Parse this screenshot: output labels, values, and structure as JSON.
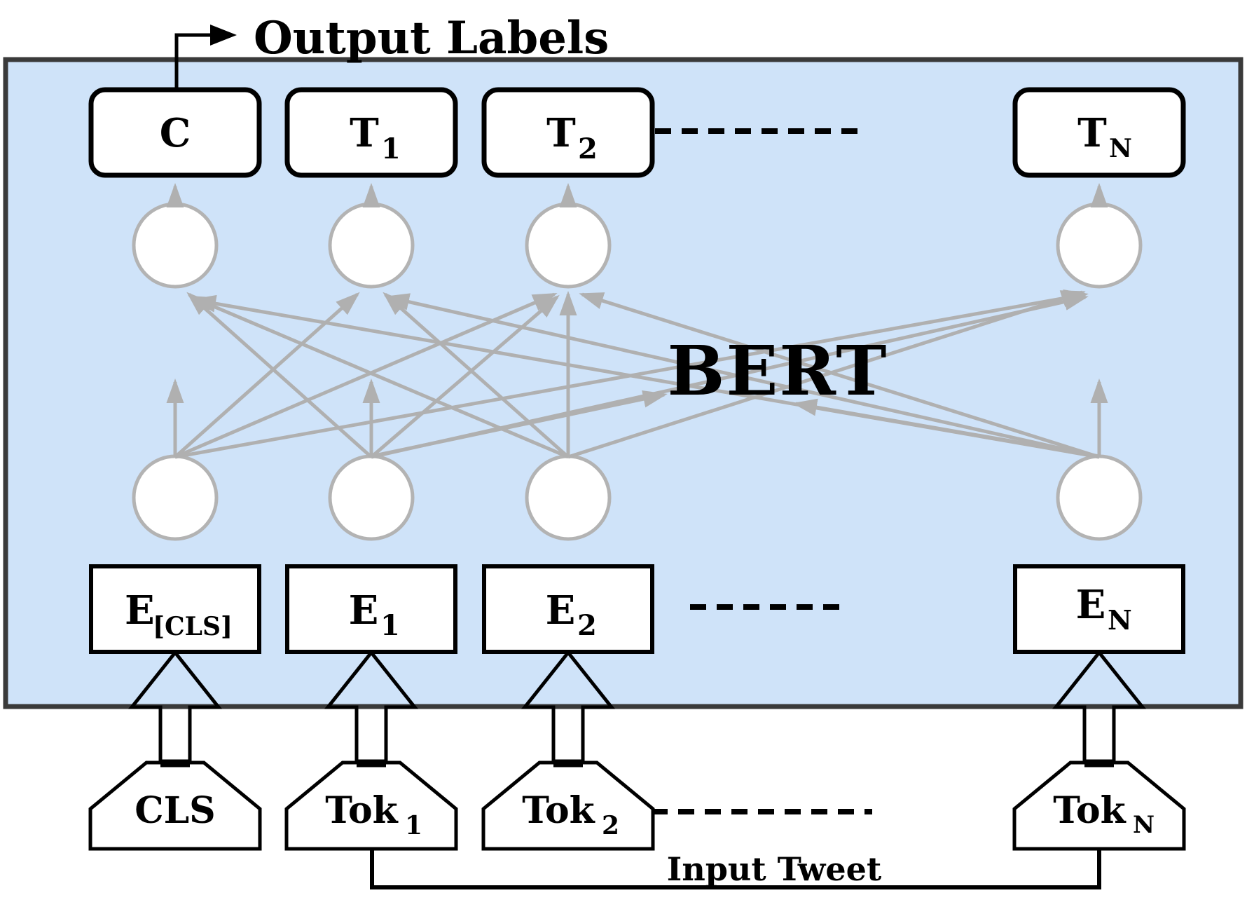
{
  "header": {
    "output_label": "Output Labels"
  },
  "bert_label": "BERT",
  "footer": {
    "input_label": "Input Tweet"
  },
  "output_tokens": [
    {
      "main": "C",
      "sub": ""
    },
    {
      "main": "T",
      "sub": "1"
    },
    {
      "main": "T",
      "sub": "2"
    },
    {
      "main": "T",
      "sub": "N"
    }
  ],
  "embeddings": [
    {
      "main": "E",
      "sub": "[CLS]"
    },
    {
      "main": "E",
      "sub": "1"
    },
    {
      "main": "E",
      "sub": "2"
    },
    {
      "main": "E",
      "sub": "N"
    }
  ],
  "input_tokens": [
    {
      "main": "CLS",
      "sub": ""
    },
    {
      "main": "Tok",
      "sub": "1"
    },
    {
      "main": "Tok",
      "sub": "2"
    },
    {
      "main": "Tok",
      "sub": "N"
    }
  ],
  "colors": {
    "panel_fill": "#cfe3f9",
    "panel_border": "#3a3a3a",
    "node_stroke": "#b3b3b3",
    "connection": "#b0b0b0",
    "shape_border": "#000000"
  }
}
